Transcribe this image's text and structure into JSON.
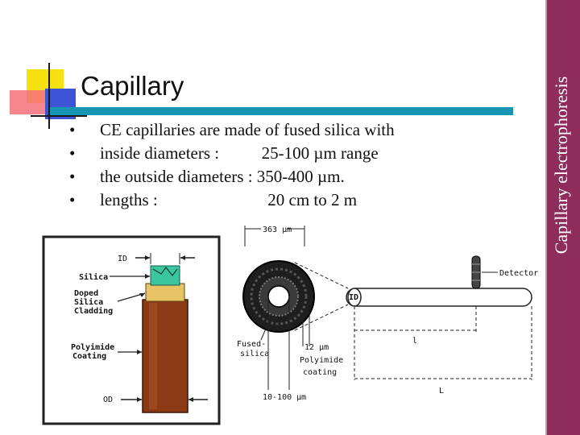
{
  "slide": {
    "title": "Capillary",
    "sidebar_label": "Capillary electrophoresis",
    "bullets": [
      "CE capillaries are made of fused silica with",
      "inside diameters :          25-100 µm range",
      "the outside diameters : 350-400 µm.",
      "lengths :                          20 cm to 2 m"
    ]
  },
  "left_diagram": {
    "labels": {
      "id": "ID",
      "silica": "Silica",
      "doped_1": "Doped",
      "doped_2": "Silica",
      "doped_3": "Cladding",
      "poly_1": "Polyimide",
      "poly_2": "Coating",
      "od": "OD"
    },
    "colors": {
      "coating": "#8b3a16",
      "cladding": "#e9c467",
      "silica": "#3cc6a0"
    }
  },
  "right_diagram": {
    "labels": {
      "outer_dim": "363 µm",
      "detector": "Detector",
      "fused_1": "Fused-",
      "fused_2": "silica",
      "poly_thick": "12 µm",
      "poly_1": "Polyimide",
      "poly_2": "coating",
      "inner_dim": "10-100 µm",
      "id_mark": "ID",
      "l_small": "l",
      "l_large": "L"
    }
  }
}
